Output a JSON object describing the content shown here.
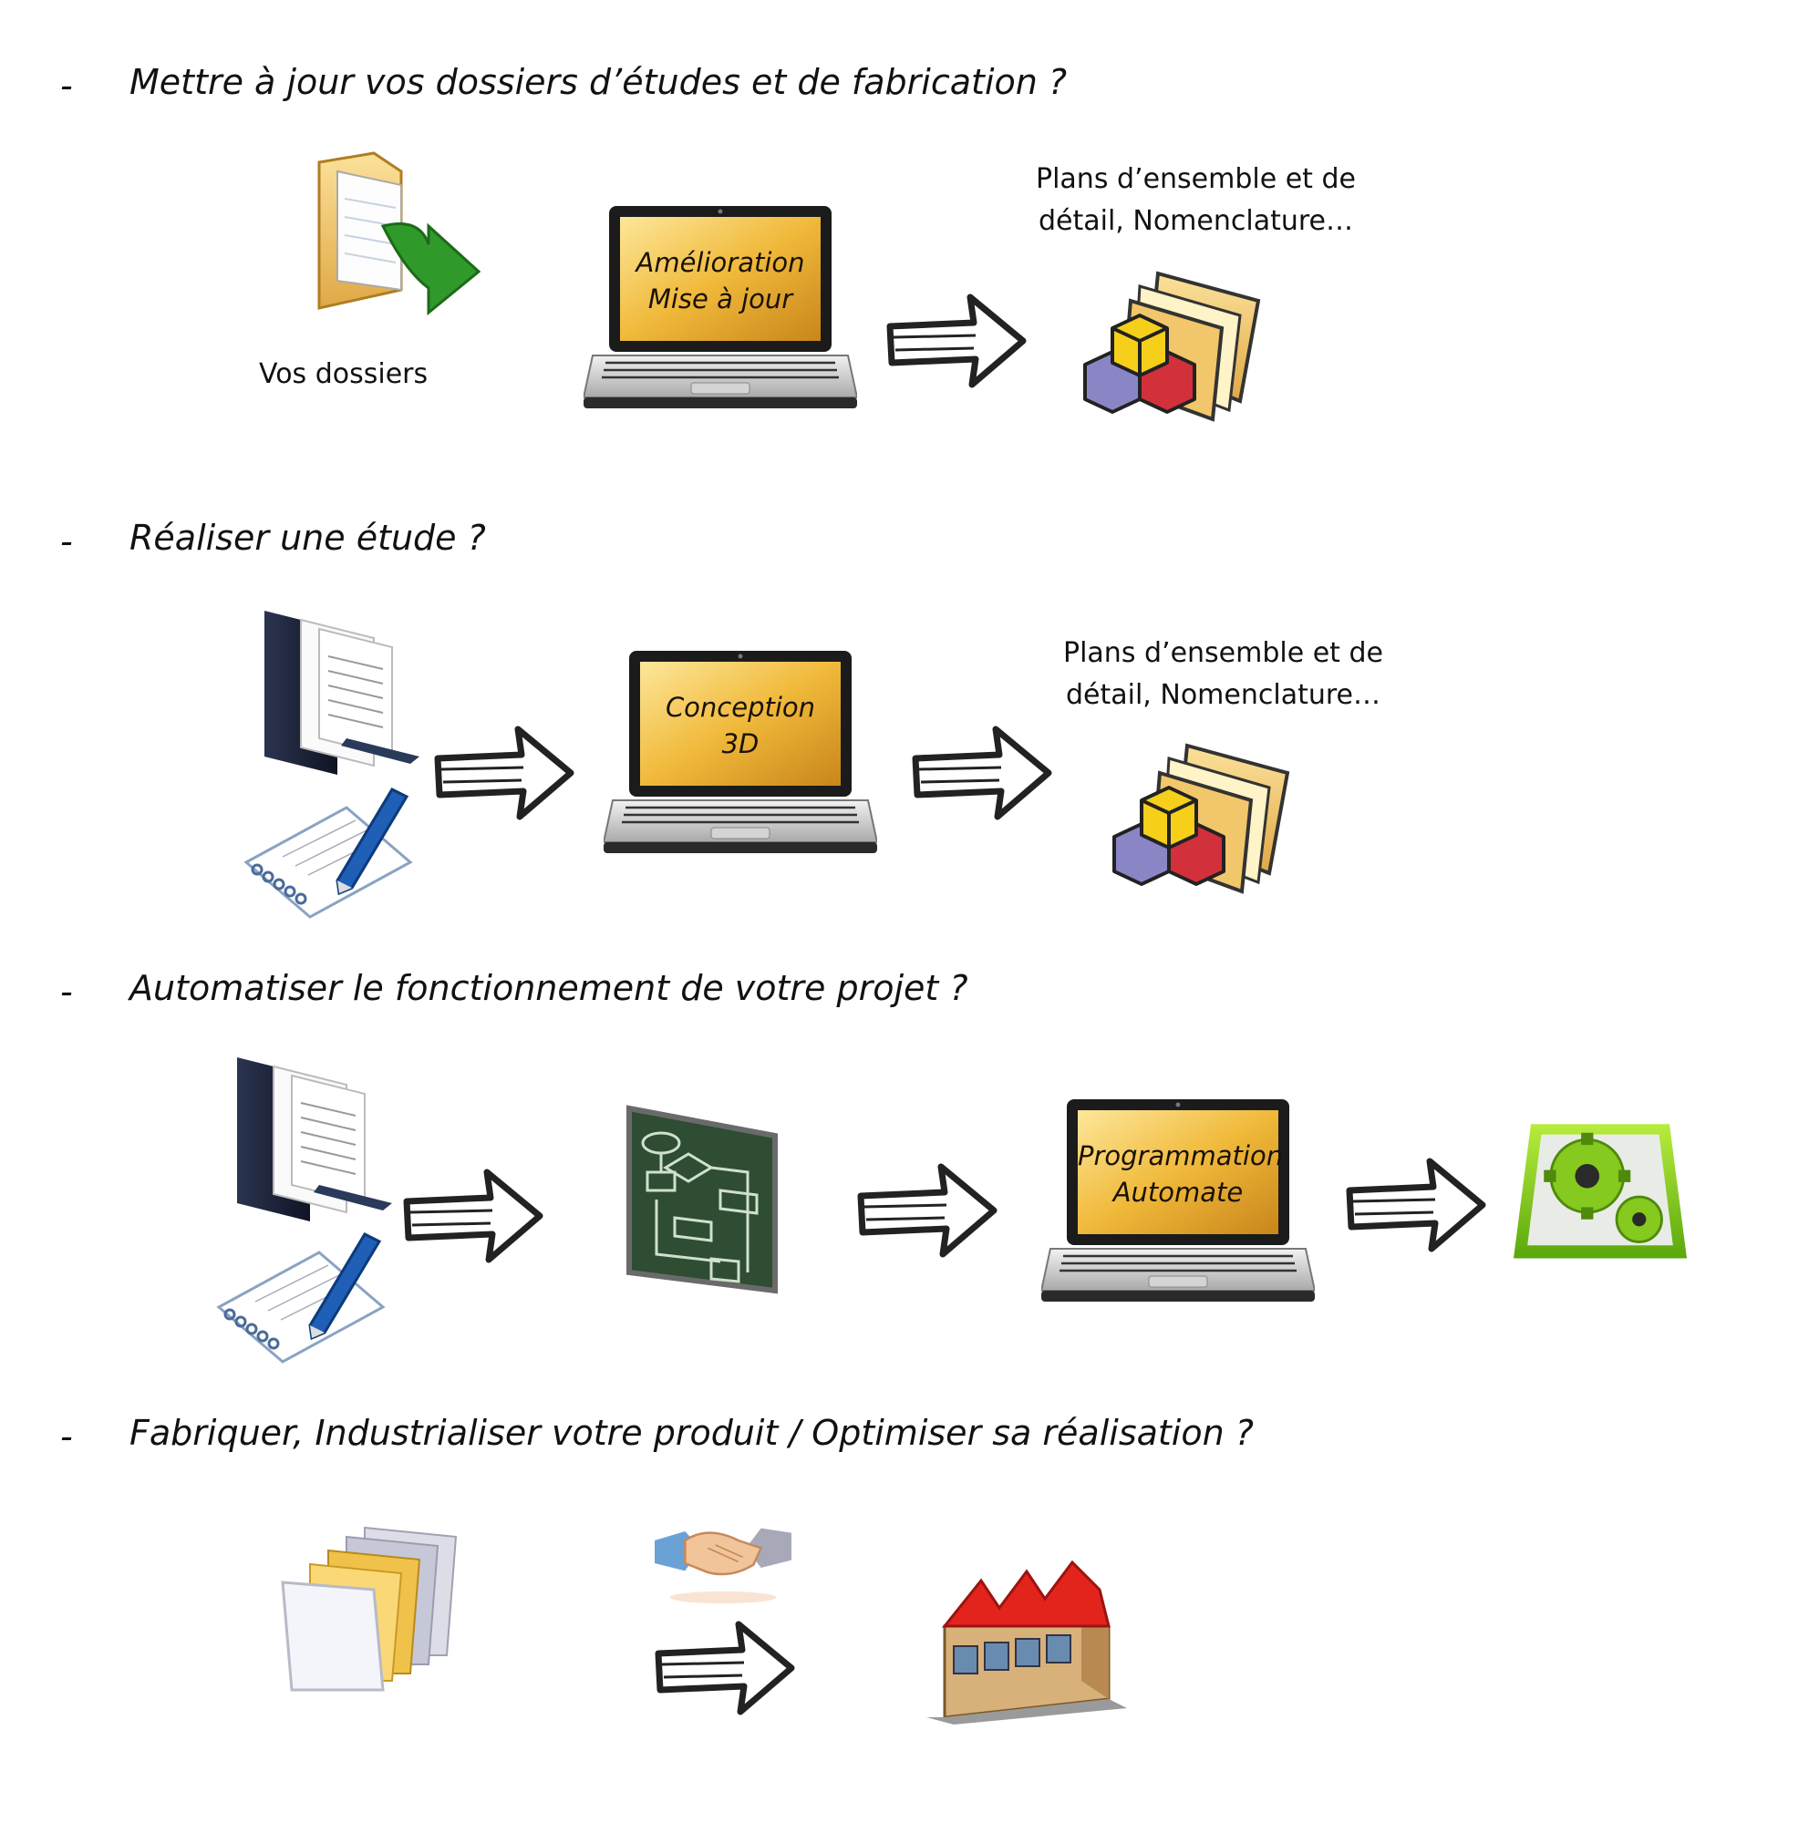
{
  "sections": [
    {
      "heading": "Mettre à jour vos dossiers d’études et de fabrication ?",
      "folder_caption": "Vos dossiers",
      "laptop_line1": "Amélioration",
      "laptop_line2": "Mise à jour",
      "output_line1": "Plans d’ensemble et de",
      "output_line2": "détail, Nomenclature…"
    },
    {
      "heading": "Réaliser une étude ?",
      "laptop_line1": "Conception",
      "laptop_line2": "3D",
      "output_line1": "Plans d’ensemble et de",
      "output_line2": "détail, Nomenclature…"
    },
    {
      "heading": "Automatiser le fonctionnement de votre projet ?",
      "laptop_line1": "Programmation",
      "laptop_line2": "Automate"
    },
    {
      "heading": "Fabriquer, Industrialiser votre produit / Optimiser sa réalisation ?"
    }
  ],
  "bullet": "-",
  "icons": {
    "folder": "folder-arrow-icon",
    "laptop": "laptop-icon",
    "arrow": "outline-arrow-icon",
    "plans": "plans-folder-cubes-icon",
    "documents": "document-binder-icon",
    "notebook": "notebook-pen-icon",
    "chalkboard": "flowchart-board-icon",
    "gears": "gears-icon",
    "folders": "folders-stack-icon",
    "handshake": "handshake-icon",
    "factory": "factory-icon"
  },
  "colors": {
    "screen_gold": "#f0b93a",
    "arrow_stroke": "#222222",
    "gear_green": "#7cc51c",
    "roof_red": "#e2241d"
  }
}
